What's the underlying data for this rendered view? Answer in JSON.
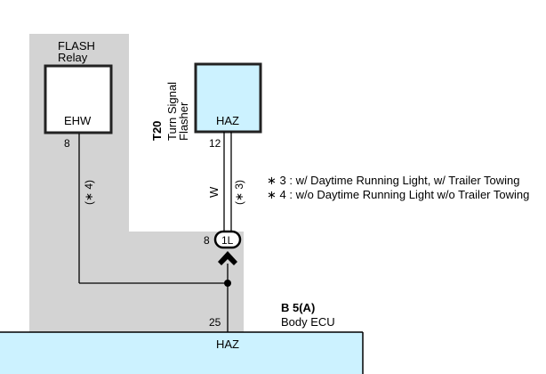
{
  "colors": {
    "shaded_area": "#d3d3d3",
    "component_fill": "#ccf2ff",
    "ecu_fill": "#ccf2ff",
    "line": "#000000",
    "border": "#222222"
  },
  "flash_relay": {
    "title_line1": "FLASH",
    "title_line2": "Relay",
    "terminal": "EHW",
    "pin": "8",
    "wire_note": "(∗ 4)"
  },
  "turn_signal_flasher": {
    "code": "T20",
    "name_line1": "Turn Signal",
    "name_line2": "Flasher",
    "terminal": "HAZ",
    "pin": "12",
    "wire_color": "W",
    "wire_note": "(∗ 3)"
  },
  "junction": {
    "pin": "8",
    "connector": "1L"
  },
  "notes": [
    "∗ 3 : w/ Daytime Running Light,  w/ Trailer Towing",
    "∗ 4 : w/o Daytime Running Light w/o Trailer Towing"
  ],
  "body_ecu": {
    "connector": "B 5(A)",
    "name": "Body ECU",
    "pin": "25",
    "terminal": "HAZ"
  }
}
